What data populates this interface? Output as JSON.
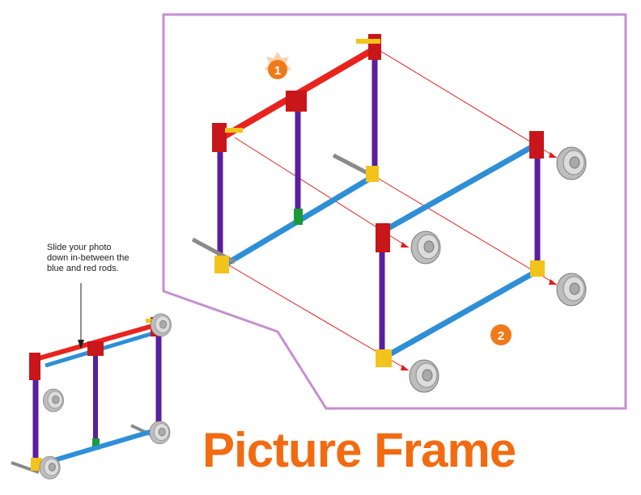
{
  "title": "Picture Frame",
  "callout_text": [
    "Slide your photo",
    "down in-between the",
    "blue and red rods."
  ],
  "steps": [
    "1",
    "2"
  ],
  "colors": {
    "title": "#f26b10",
    "step_badge": "#f07a1a",
    "panel_border": "#c58ed0",
    "red_rod": "#e8231e",
    "blue_rod": "#2e8fd6",
    "purple_rod": "#5a1f9e",
    "connector_red": "#c8161a",
    "connector_yellow": "#f2c31a",
    "connector_green": "#1a9a3a",
    "wheel": "#c8c8c8",
    "guide_line": "#e02020"
  }
}
